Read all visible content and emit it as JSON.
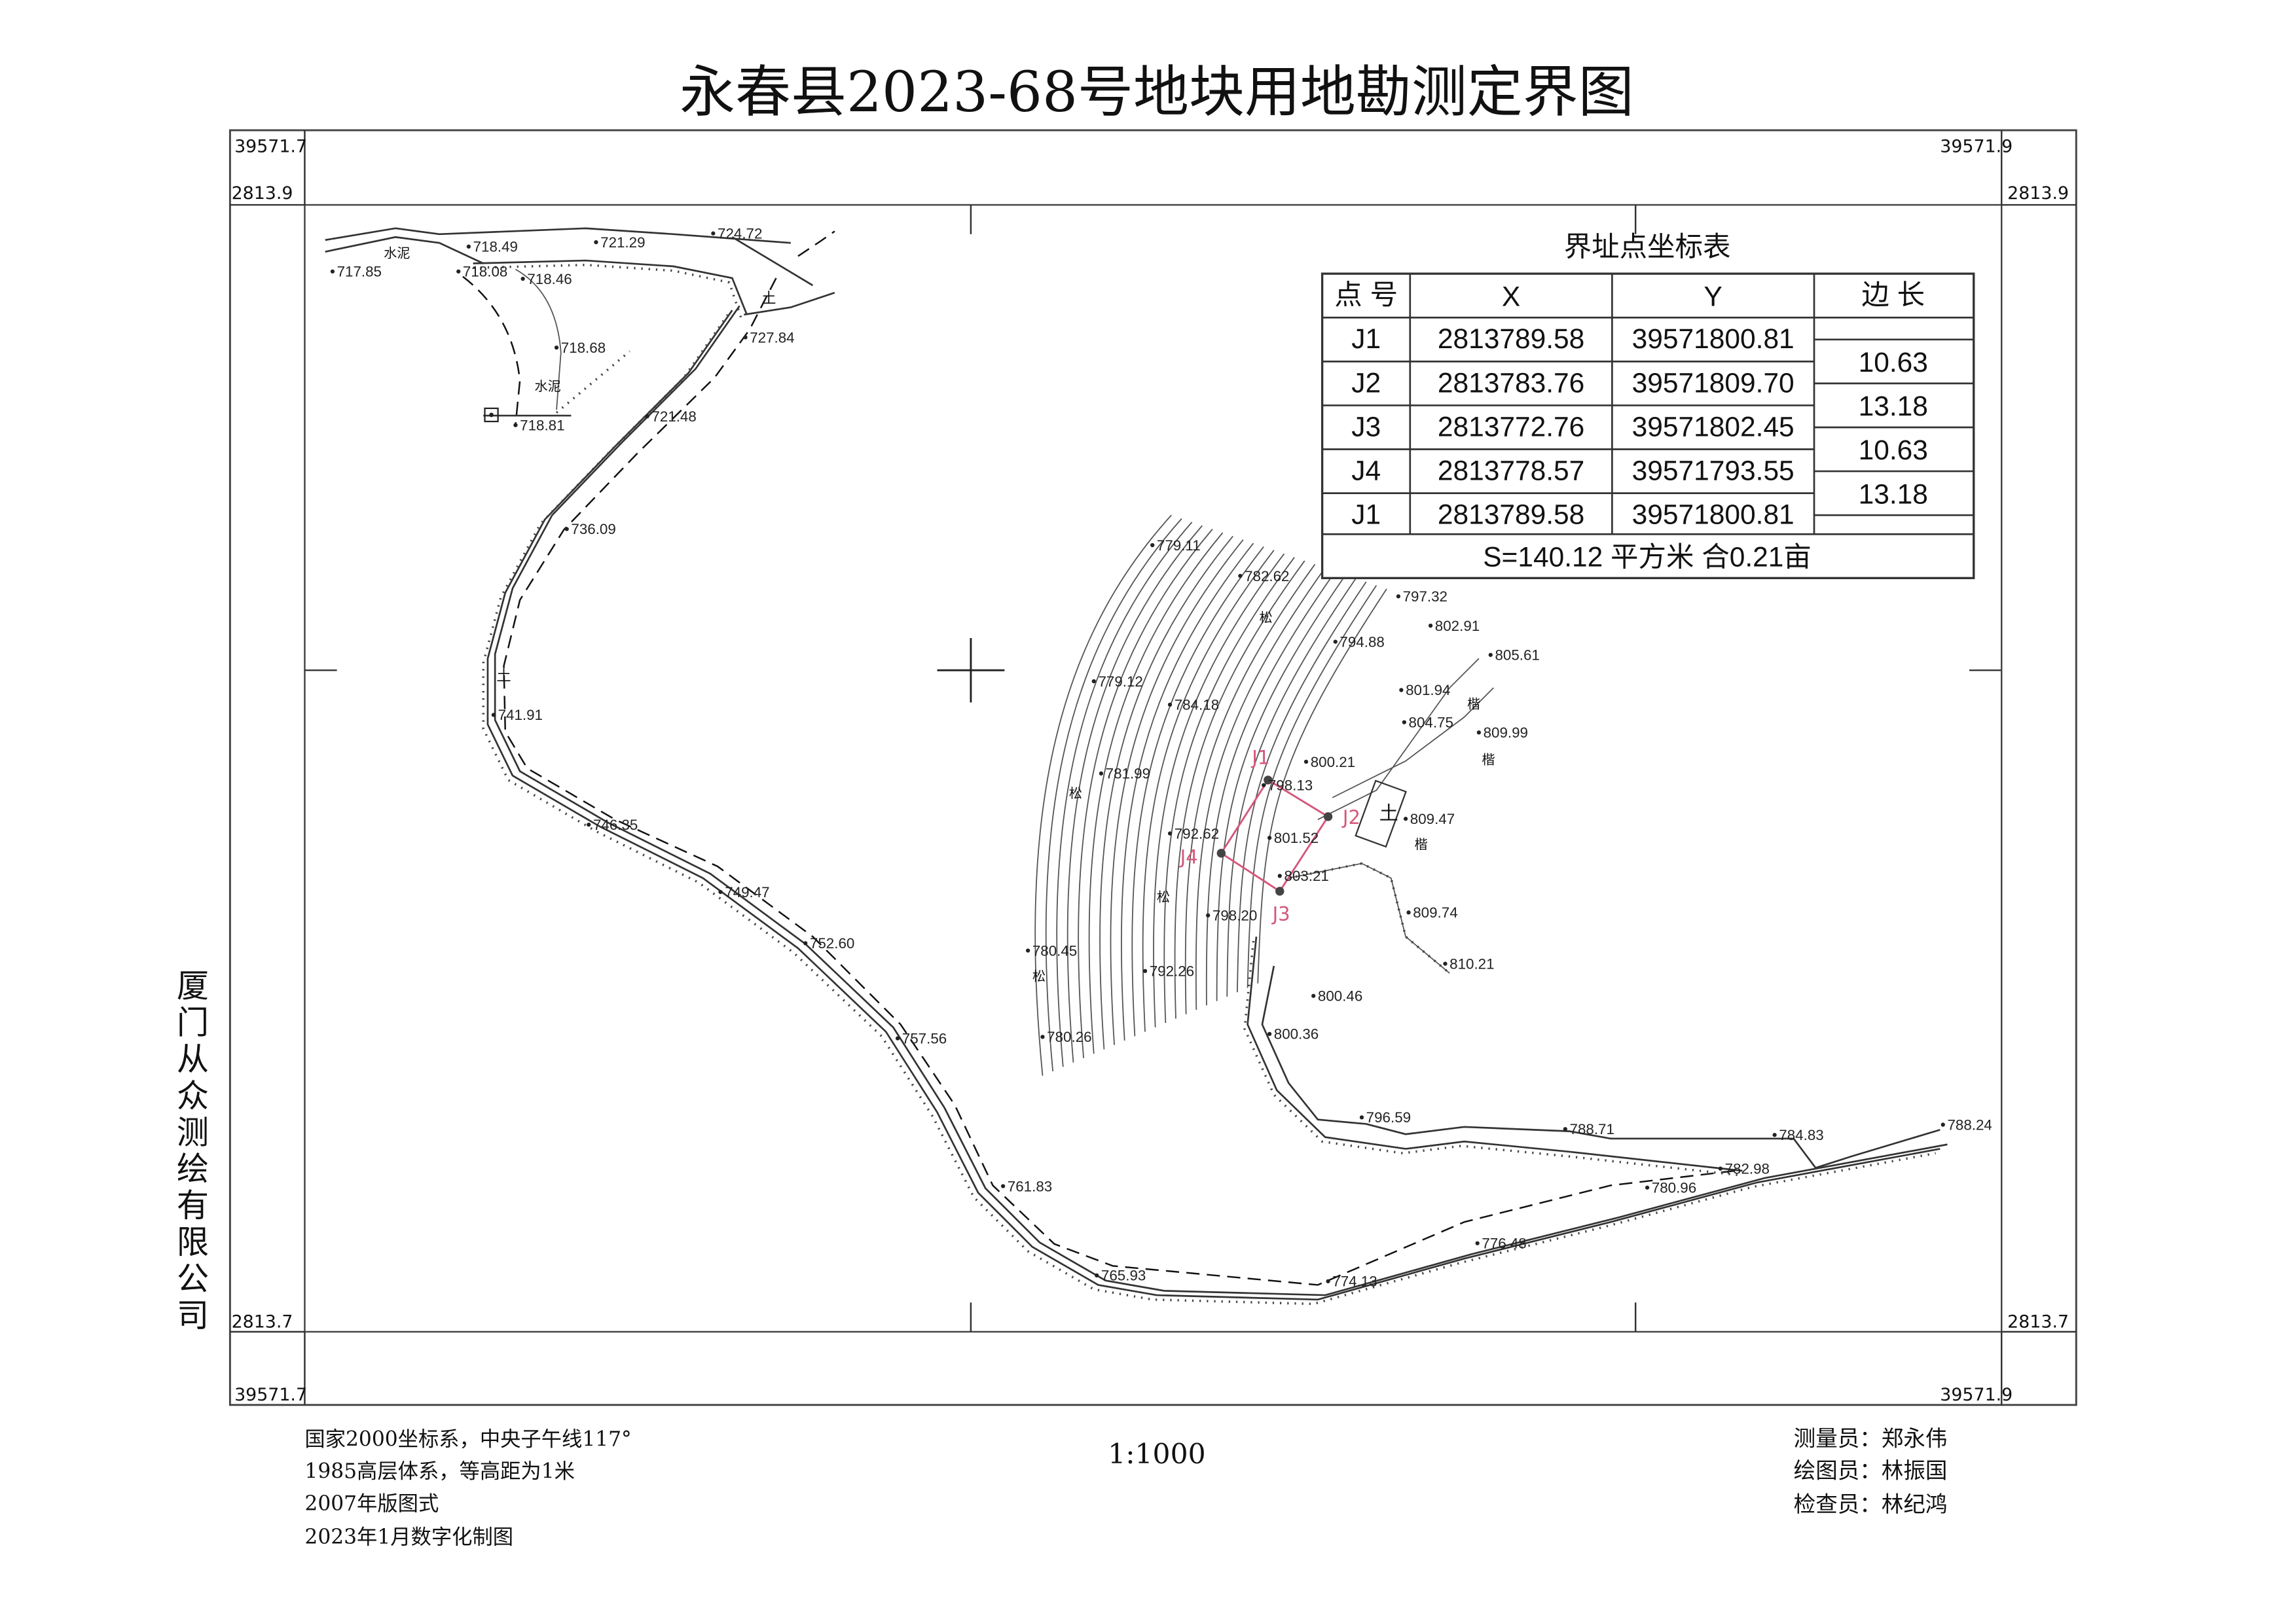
{
  "title": "永春县2023-68号地块用地勘测定界图",
  "frame": {
    "top_left_y": "39571.7",
    "top_left_x": "2813.9",
    "top_right_y": "39571.9",
    "top_right_x": "2813.9",
    "bottom_left_x": "2813.7",
    "bottom_left_y": "39571.7",
    "bottom_right_x": "2813.7",
    "bottom_right_y": "39571.9"
  },
  "company": "厦门从众测绘有限公司",
  "coord_table": {
    "title": "界址点坐标表",
    "headers": [
      "点 号",
      "X",
      "Y",
      "边 长"
    ],
    "rows": [
      {
        "point": "J1",
        "x": "2813789.58",
        "y": "39571800.81"
      },
      {
        "point": "J2",
        "x": "2813783.76",
        "y": "39571809.70"
      },
      {
        "point": "J3",
        "x": "2813772.76",
        "y": "39571802.45"
      },
      {
        "point": "J4",
        "x": "2813778.57",
        "y": "39571793.55"
      },
      {
        "point": "J1",
        "x": "2813789.58",
        "y": "39571800.81"
      }
    ],
    "edges": [
      "10.63",
      "13.18",
      "10.63",
      "13.18"
    ],
    "area": "S=140.12  平方米  合0.21亩"
  },
  "parcel_points": [
    "J1",
    "J2",
    "J3",
    "J4"
  ],
  "map_labels": {
    "cement": "水泥",
    "soil": "土",
    "pine": "松",
    "tree": "楷"
  },
  "spot_heights": [
    "717.85",
    "718.08",
    "718.46",
    "718.49",
    "721.29",
    "724.72",
    "727.84",
    "718.68",
    "718.81",
    "721.48",
    "736.09",
    "741.91",
    "746.35",
    "749.47",
    "752.60",
    "757.56",
    "761.83",
    "765.93",
    "774.13",
    "776.48",
    "780.96",
    "782.98",
    "784.83",
    "788.24",
    "788.71",
    "796.59",
    "800.36",
    "800.46",
    "810.21",
    "809.74",
    "809.47",
    "809.99",
    "805.61",
    "802.91",
    "797.32",
    "801.94",
    "804.75",
    "800.21",
    "798.13",
    "801.52",
    "803.21",
    "798.20",
    "792.62",
    "781.99",
    "784.18",
    "779.12",
    "794.88",
    "782.62",
    "779.11",
    "780.45",
    "792.26",
    "780.26"
  ],
  "notes": {
    "left": [
      "国家2000坐标系，中央子午线117°",
      "1985高层体系，等高距为1米",
      "2007年版图式",
      "2023年1月数字化制图"
    ],
    "scale": "1:1000",
    "staff": [
      "测量员：郑永伟",
      "绘图员：林振国",
      "检查员：林纪鸿"
    ]
  },
  "colors": {
    "parcel": "#d4587a",
    "line": "#333333"
  }
}
